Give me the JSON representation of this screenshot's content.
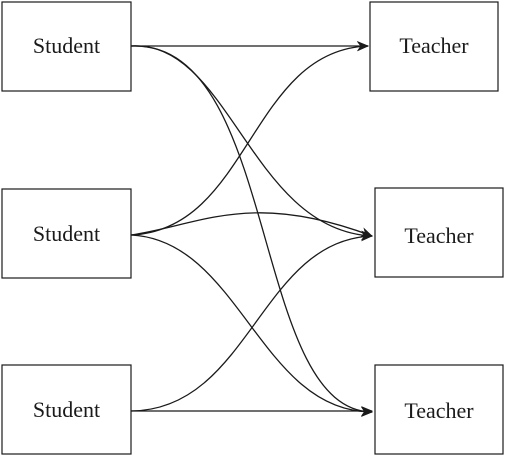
{
  "diagram": {
    "students": [
      {
        "id": "s1",
        "label": "Student"
      },
      {
        "id": "s2",
        "label": "Student"
      },
      {
        "id": "s3",
        "label": "Student"
      }
    ],
    "teachers": [
      {
        "id": "t1",
        "label": "Teacher"
      },
      {
        "id": "t2",
        "label": "Teacher"
      },
      {
        "id": "t3",
        "label": "Teacher"
      }
    ],
    "edges": [
      {
        "from": "s1",
        "to": "t1"
      },
      {
        "from": "s1",
        "to": "t2"
      },
      {
        "from": "s1",
        "to": "t3"
      },
      {
        "from": "s2",
        "to": "t1"
      },
      {
        "from": "s2",
        "to": "t2"
      },
      {
        "from": "s2",
        "to": "t3"
      },
      {
        "from": "s3",
        "to": "t2"
      },
      {
        "from": "s3",
        "to": "t3"
      }
    ],
    "colors": {
      "stroke": "#1a1a1a",
      "background": "#ffffff"
    }
  }
}
